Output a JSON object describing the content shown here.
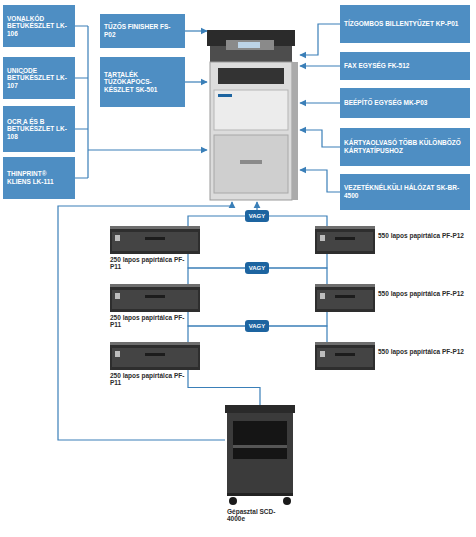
{
  "diagram": {
    "nodes": [
      {
        "text": [
          "VONALKÓD BETŰKÉSZLET LK-106"
        ]
      },
      {
        "text": [
          "UNICODE BETŰKÉSZLET LK-107"
        ]
      },
      {
        "text": [
          "OCR A ÉS B BETŰKÉSZLET LK-108"
        ]
      },
      {
        "text": [
          "THINPRINT® KLIENS LK-111"
        ]
      },
      {
        "text": [
          "TŰZŐS FINISHER FS-P02"
        ]
      },
      {
        "text": [
          "TARTALÉK TŰZŐKAPOCS-KÉSZLET SK-501"
        ]
      },
      {
        "text": [
          "TÍZGOMBOS BILLENTYŰZET KP-P01"
        ]
      },
      {
        "text": [
          "FAX EGYSÉG FK-512"
        ]
      },
      {
        "text": [
          "BEÉPÍTŐ EGYSÉG MK-P03"
        ]
      },
      {
        "text": [
          "KÁRTYAOLVASÓ TÖBB KÜLÖNBÖZŐ KÁRTYATÍPUSHOZ"
        ]
      },
      {
        "text": [
          "VEZETÉKNÉLKÜLI HÁLÓZAT SK-BR-4500"
        ]
      },
      {
        "text": [
          "VAGY"
        ]
      },
      {
        "text": [
          "250 lapos papírtálca PF-P11"
        ]
      },
      {
        "text": [
          "550 lapos papírtálca PF-P12"
        ]
      },
      {
        "text": [
          "VAGY"
        ]
      },
      {
        "text": [
          "250 lapos papírtálca PF-P11"
        ]
      },
      {
        "text": [
          "550 lapos papírtálca PF-P12"
        ]
      },
      {
        "text": [
          "VAGY"
        ]
      },
      {
        "text": [
          "250 lapos papírtálca PF-P11"
        ]
      },
      {
        "text": [
          "550 lapos papírtálca PF-P12"
        ]
      },
      {
        "text": [
          "Gépasztal SCD-4000e"
        ]
      }
    ],
    "edges": [
      {
        "from": 11,
        "to": 12,
        "arrow": "none"
      },
      {
        "from": 11,
        "to": 13,
        "arrow": "none"
      },
      {
        "from": 12,
        "to": 14,
        "arrow": "none"
      },
      {
        "from": 13,
        "to": 14,
        "arrow": "none"
      },
      {
        "from": 14,
        "to": 15,
        "arrow": "none"
      },
      {
        "from": 14,
        "to": 16,
        "arrow": "none"
      },
      {
        "from": 15,
        "to": 17,
        "arrow": "none"
      },
      {
        "from": 16,
        "to": 17,
        "arrow": "none"
      },
      {
        "from": 17,
        "to": 18,
        "arrow": "none"
      },
      {
        "from": 17,
        "to": 19,
        "arrow": "none"
      },
      {
        "from": 18,
        "to": 20,
        "arrow": "none"
      }
    ]
  }
}
